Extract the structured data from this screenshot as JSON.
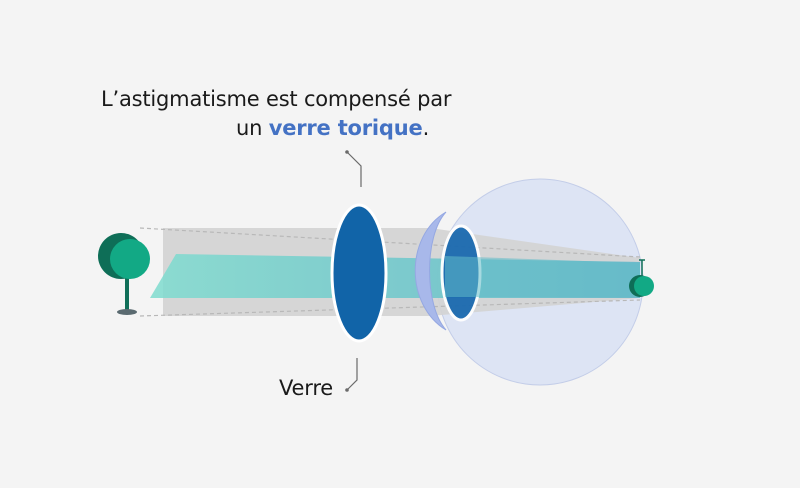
{
  "caption": {
    "line1": "L’astigmatisme est compensé par",
    "line2_prefix": "un ",
    "line2_highlight": "verre torique",
    "line2_suffix": "."
  },
  "labels": {
    "lens": "Verre"
  },
  "colors": {
    "background": "#f4f4f4",
    "highlight": "#4472c4",
    "lens": "#1164a8",
    "eyeball": "#dde4f4",
    "beam": "#5fc4c1",
    "tree_dark": "#0e6e57",
    "tree_light": "#12a985"
  }
}
